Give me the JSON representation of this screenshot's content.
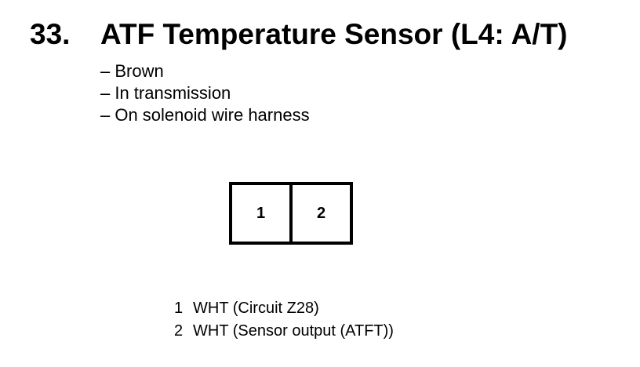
{
  "heading": {
    "number": "33.",
    "title": "ATF Temperature Sensor (L4: A/T)"
  },
  "details": [
    "– Brown",
    "– In transmission",
    "– On solenoid wire harness"
  ],
  "connector": {
    "pins": [
      "1",
      "2"
    ]
  },
  "pinouts": [
    {
      "pin": "1",
      "description": "WHT (Circuit Z28)"
    },
    {
      "pin": "2",
      "description": "WHT (Sensor output (ATFT))"
    }
  ]
}
